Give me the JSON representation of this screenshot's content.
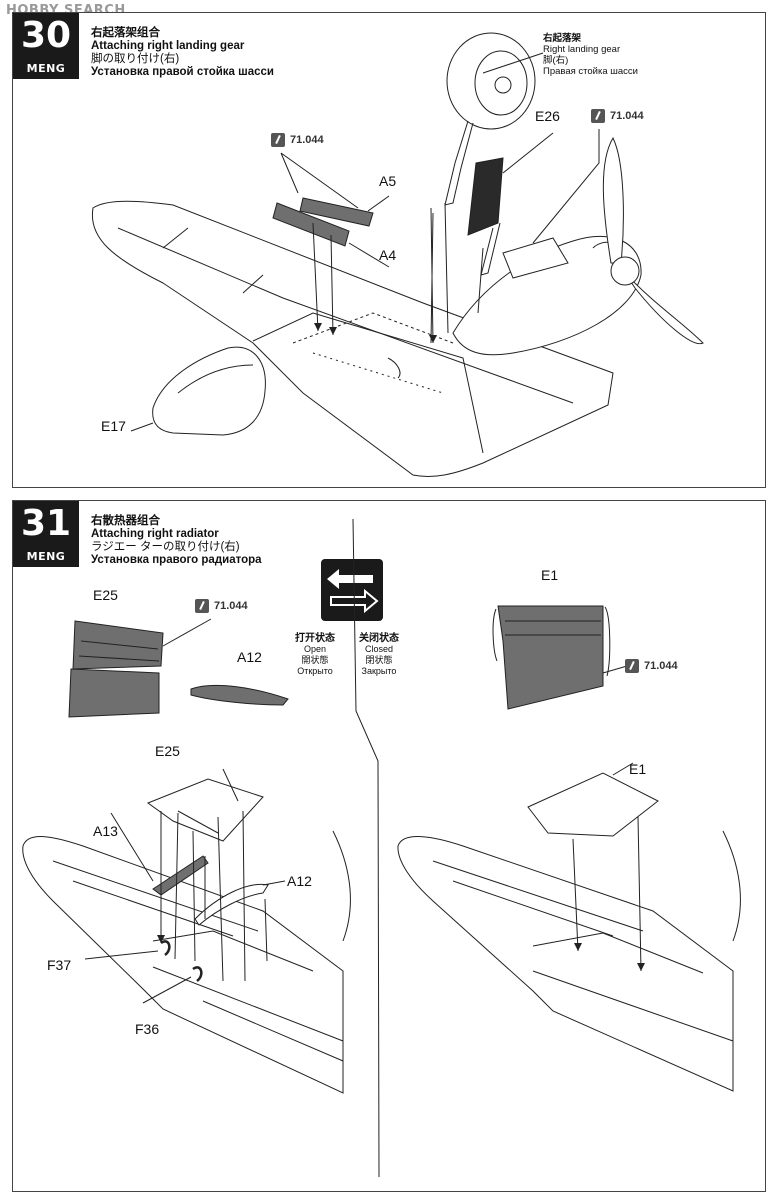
{
  "watermark": "HOBBY SEARCH",
  "brand": "MENG",
  "paint_code": "71.044",
  "step30": {
    "number": "30",
    "title_zh": "右起落架组合",
    "title_en": "Attaching right landing gear",
    "title_ja": "脚の取り付け(右)",
    "title_ru": "Установка правой стойка шасси",
    "callout_zh": "右起落架",
    "callout_en": "Right landing gear",
    "callout_ja": "脚(右)",
    "callout_ru": "Правая стойка шасси",
    "parts": [
      "A5",
      "A4",
      "E26",
      "E17"
    ]
  },
  "step31": {
    "number": "31",
    "title_zh": "右散热器组合",
    "title_en": "Attaching right radiator",
    "title_ja": "ラジエー ターの取り付け(右)",
    "title_ru": "Установка правого радиатора",
    "open": {
      "zh": "打开状态",
      "en": "Open",
      "ja": "開状態",
      "ru": "Открыто"
    },
    "closed": {
      "zh": "关闭状态",
      "en": "Closed",
      "ja": "閉状態",
      "ru": "Закрыто"
    },
    "parts": [
      "E25",
      "A12",
      "E25",
      "A13",
      "A12",
      "F37",
      "F36",
      "E1",
      "E1"
    ]
  },
  "colors": {
    "ink": "#1a1a1a",
    "part_fill": "#6f6f6f"
  }
}
